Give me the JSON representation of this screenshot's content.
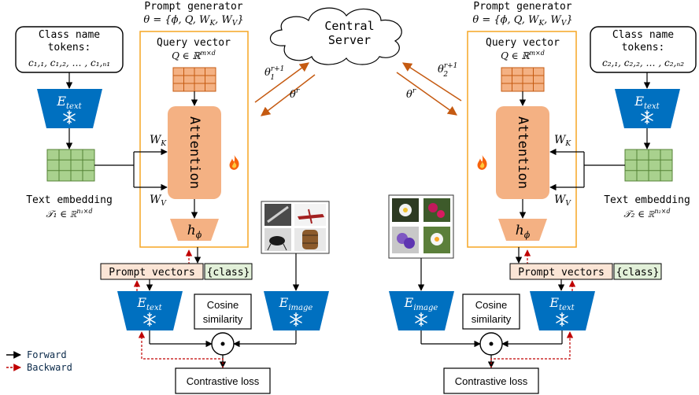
{
  "server": {
    "line1": "Central",
    "line2": "Server"
  },
  "left": {
    "prompt_generator_title": "Prompt generator",
    "theta_def": "θ = {ϕ, Q, W",
    "theta_def_k": "K",
    "theta_def_sep": ", W",
    "theta_def_v": "V",
    "theta_def_end": "}",
    "query_vector_label": "Query vector",
    "query_dim": "Q ∈ ℝ",
    "query_dim_sup": "m×d",
    "attention_label": "Attention",
    "wk": "W",
    "wk_sub": "K",
    "wv": "W",
    "wv_sub": "V",
    "h_phi": "h",
    "h_phi_sub": "ϕ",
    "class_tokens_line1": "Class name",
    "class_tokens_line2": "tokens:",
    "class_tokens_formula": "c₁,₁, c₁,₂, … , c₁,ₙ₁",
    "e_text_upper": "E",
    "e_text_upper_sub": "text",
    "text_embedding_label": "Text embedding",
    "text_embedding_dim": "𝒯₁ ∈ ℝ",
    "text_embedding_dim_sup": "n₁×d",
    "theta_up": "θ",
    "theta_up_sub": "1",
    "theta_up_sup": "r+1",
    "theta_down": "θ",
    "theta_down_sup": "r",
    "prompt_vectors": "Prompt vectors",
    "class_tag": "{class}",
    "e_text_lower": "E",
    "e_text_lower_sub": "text",
    "cosine_line1": "Cosine",
    "cosine_line2": "similarity",
    "e_image": "E",
    "e_image_sub": "image",
    "contrastive_loss": "Contrastive loss"
  },
  "right": {
    "prompt_generator_title": "Prompt generator",
    "theta_def": "θ = {ϕ, Q, W",
    "theta_def_k": "K",
    "theta_def_sep": ", W",
    "theta_def_v": "V",
    "theta_def_end": "}",
    "query_vector_label": "Query vector",
    "query_dim": "Q ∈ ℝ",
    "query_dim_sup": "m×d",
    "attention_label": "Attention",
    "wk": "W",
    "wk_sub": "K",
    "wv": "W",
    "wv_sub": "V",
    "h_phi": "h",
    "h_phi_sub": "ϕ",
    "class_tokens_line1": "Class name",
    "class_tokens_line2": "tokens:",
    "class_tokens_formula": "c₂,₁, c₂,₂, … , c₂,ₙ₂",
    "e_text_upper": "E",
    "e_text_upper_sub": "text",
    "text_embedding_label": "Text embedding",
    "text_embedding_dim": "𝒯₂ ∈ ℝ",
    "text_embedding_dim_sup": "n₂×d",
    "theta_up": "θ",
    "theta_up_sub": "2",
    "theta_up_sup": "r+1",
    "theta_down": "θ",
    "theta_down_sup": "r",
    "prompt_vectors": "Prompt vectors",
    "class_tag": "{class}",
    "e_image": "E",
    "e_image_sub": "image",
    "cosine_line1": "Cosine",
    "cosine_line2": "similarity",
    "e_text_lower": "E",
    "e_text_lower_sub": "text",
    "contrastive_loss": "Contrastive loss"
  },
  "legend": {
    "forward": "Forward",
    "backward": "Backward"
  },
  "colors": {
    "frame": "#f5a623",
    "attention": "#f4b183",
    "query_cell": "#f4b183",
    "embed_cell": "#a9d18e",
    "encoder": "#0070c0",
    "prompt_fill": "#fbe5d6",
    "class_fill": "#e2f0d9",
    "arrow": "#c55a11",
    "backward": "#c00000"
  }
}
